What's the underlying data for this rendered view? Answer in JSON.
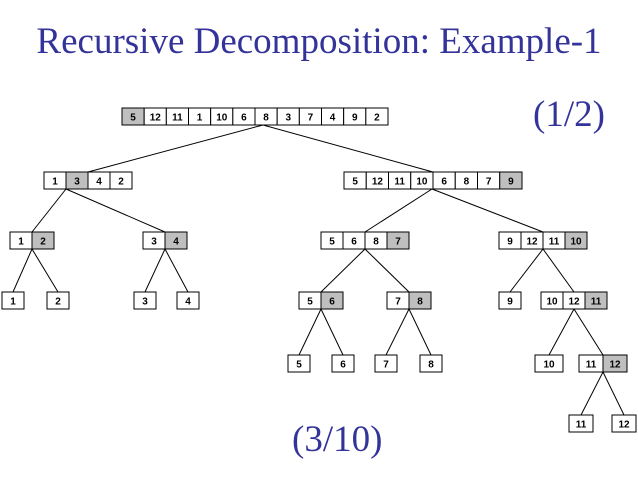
{
  "slide": {
    "title": "Recursive Decomposition: Example-1",
    "counter_top": "(1/2)",
    "counter_bottom": "(3/10)"
  },
  "colors": {
    "title": "#333399",
    "pivot_fill": "#bfbfbf",
    "cell_fill": "#ffffff",
    "stroke": "#000000"
  },
  "tree": {
    "nodes": [
      {
        "id": "root",
        "values": [
          "5",
          "12",
          "11",
          "1",
          "10",
          "6",
          "8",
          "3",
          "7",
          "4",
          "9",
          "2"
        ],
        "pivot": 0
      },
      {
        "id": "L",
        "values": [
          "1",
          "3",
          "4",
          "2"
        ],
        "pivot": 1
      },
      {
        "id": "R",
        "values": [
          "5",
          "12",
          "11",
          "10",
          "6",
          "8",
          "7",
          "9"
        ],
        "pivot": 7
      },
      {
        "id": "LL",
        "values": [
          "1",
          "2"
        ],
        "pivot": 1
      },
      {
        "id": "LR",
        "values": [
          "3",
          "4"
        ],
        "pivot": 1
      },
      {
        "id": "RL",
        "values": [
          "5",
          "6",
          "8",
          "7"
        ],
        "pivot": 3
      },
      {
        "id": "RR",
        "values": [
          "9",
          "12",
          "11",
          "10"
        ],
        "pivot": 3
      },
      {
        "id": "LLa",
        "values": [
          "1"
        ],
        "pivot": -1
      },
      {
        "id": "LLb",
        "values": [
          "2"
        ],
        "pivot": -1
      },
      {
        "id": "LRa",
        "values": [
          "3"
        ],
        "pivot": -1
      },
      {
        "id": "LRb",
        "values": [
          "4"
        ],
        "pivot": -1
      },
      {
        "id": "RLL",
        "values": [
          "5",
          "6"
        ],
        "pivot": 1
      },
      {
        "id": "RLR",
        "values": [
          "7",
          "8"
        ],
        "pivot": 1
      },
      {
        "id": "RRL",
        "values": [
          "9"
        ],
        "pivot": -1
      },
      {
        "id": "RRR",
        "values": [
          "10",
          "12",
          "11"
        ],
        "pivot": 2
      },
      {
        "id": "RLLa",
        "values": [
          "5"
        ],
        "pivot": -1
      },
      {
        "id": "RLLb",
        "values": [
          "6"
        ],
        "pivot": -1
      },
      {
        "id": "RLRa",
        "values": [
          "7"
        ],
        "pivot": -1
      },
      {
        "id": "RLRb",
        "values": [
          "8"
        ],
        "pivot": -1
      },
      {
        "id": "RRRa",
        "values": [
          "10"
        ],
        "pivot": -1
      },
      {
        "id": "RRRb",
        "values": [
          "11",
          "12"
        ],
        "pivot": 1
      },
      {
        "id": "RRRba",
        "values": [
          "11"
        ],
        "pivot": -1
      },
      {
        "id": "RRRbb",
        "values": [
          "12"
        ],
        "pivot": -1
      }
    ],
    "edges": [
      [
        "root",
        "L"
      ],
      [
        "root",
        "R"
      ],
      [
        "L",
        "LL"
      ],
      [
        "L",
        "LR"
      ],
      [
        "R",
        "RL"
      ],
      [
        "R",
        "RR"
      ],
      [
        "LL",
        "LLa"
      ],
      [
        "LL",
        "LLb"
      ],
      [
        "LR",
        "LRa"
      ],
      [
        "LR",
        "LRb"
      ],
      [
        "RL",
        "RLL"
      ],
      [
        "RL",
        "RLR"
      ],
      [
        "RR",
        "RRL"
      ],
      [
        "RR",
        "RRR"
      ],
      [
        "RLL",
        "RLLa"
      ],
      [
        "RLL",
        "RLLb"
      ],
      [
        "RLR",
        "RLRa"
      ],
      [
        "RLR",
        "RLRb"
      ],
      [
        "RRR",
        "RRRa"
      ],
      [
        "RRR",
        "RRRb"
      ],
      [
        "RRRb",
        "RRRba"
      ],
      [
        "RRRb",
        "RRRbb"
      ]
    ]
  }
}
